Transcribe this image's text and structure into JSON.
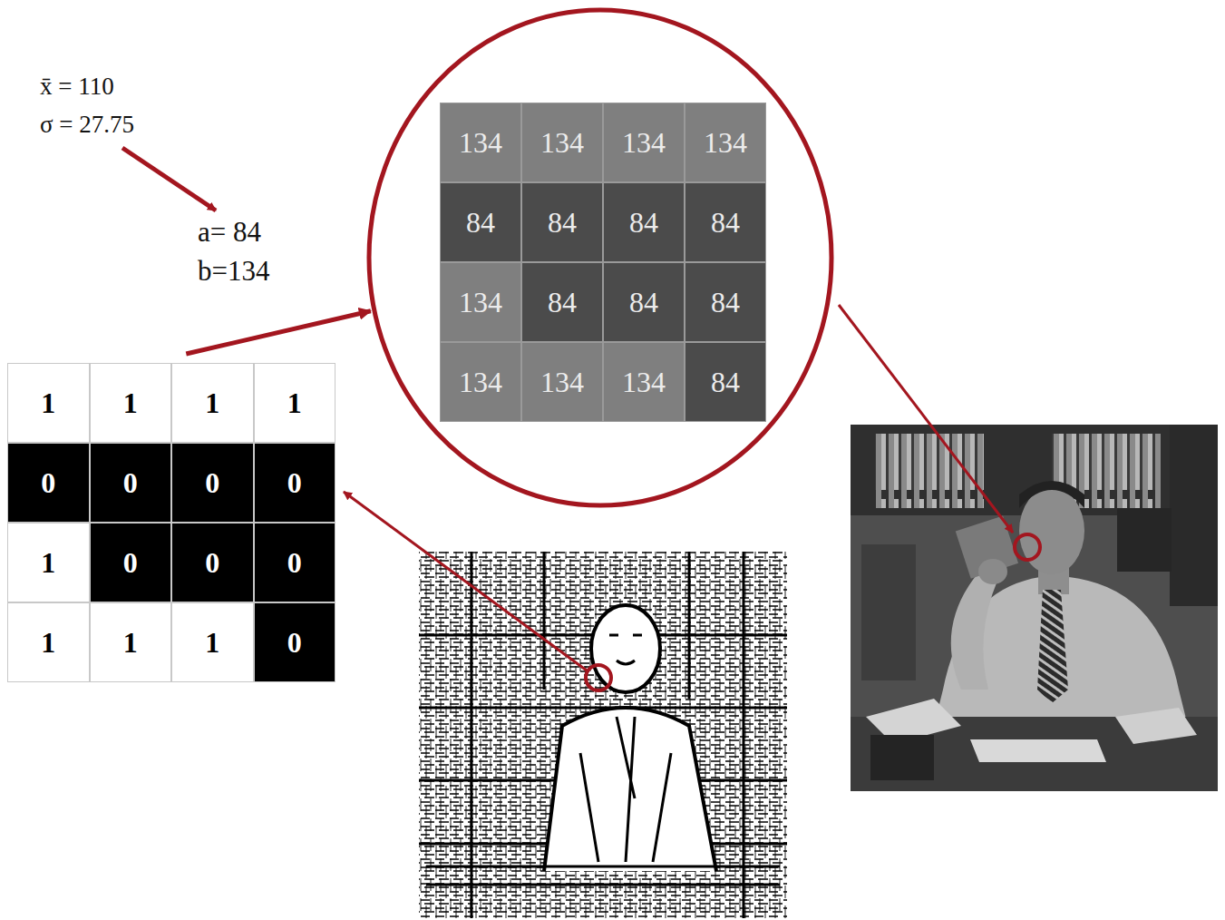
{
  "diagram": {
    "nodes": [
      {
        "text": [
          "134",
          "134",
          "134",
          "134",
          "84",
          "84",
          "84",
          "84",
          "134",
          "84",
          "84",
          "84",
          "134",
          "134",
          "134",
          "84"
        ]
      },
      {
        "text": [
          "1",
          "1",
          "1",
          "1",
          "0",
          "0",
          "0",
          "0",
          "1",
          "0",
          "0",
          "0",
          "1",
          "1",
          "1",
          "0"
        ]
      }
    ],
    "edges": [
      {
        "from": 1,
        "to": 0,
        "arrow": "to"
      }
    ],
    "labels": [
      "x̄ = 110",
      "σ = 27.75",
      "a= 84",
      "b=134"
    ]
  }
}
